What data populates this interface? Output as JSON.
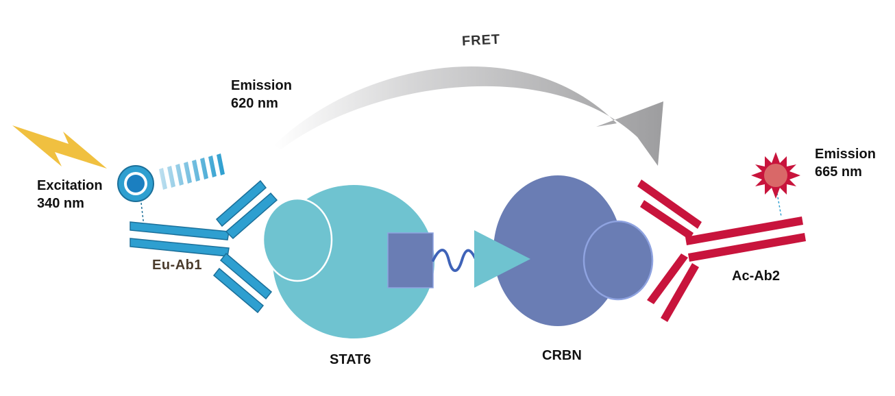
{
  "labels": {
    "fret": "FRET",
    "emission_left_1": "Emission",
    "emission_left_2": "620 nm",
    "excitation_1": "Excitation",
    "excitation_2": "340 nm",
    "emission_right_1": "Emission",
    "emission_right_2": "665 nm",
    "eu_ab1": "Eu-Ab1",
    "ac_ab2": "Ac-Ab2",
    "stat6": "STAT6",
    "crbn": "CRBN"
  },
  "colors": {
    "eu_antibody": "#2e9fd0",
    "eu_antibody_stroke": "#1b6f99",
    "ac_antibody": "#c8143c",
    "stat6": "#6fc3d0",
    "crbn": "#6a7db4",
    "linker": "#3f63b8",
    "lightning": "#f0c040",
    "fret_arrow": "#a9a9ab",
    "acceptor_star": "#c8143c",
    "acceptor_core": "#d96868"
  }
}
